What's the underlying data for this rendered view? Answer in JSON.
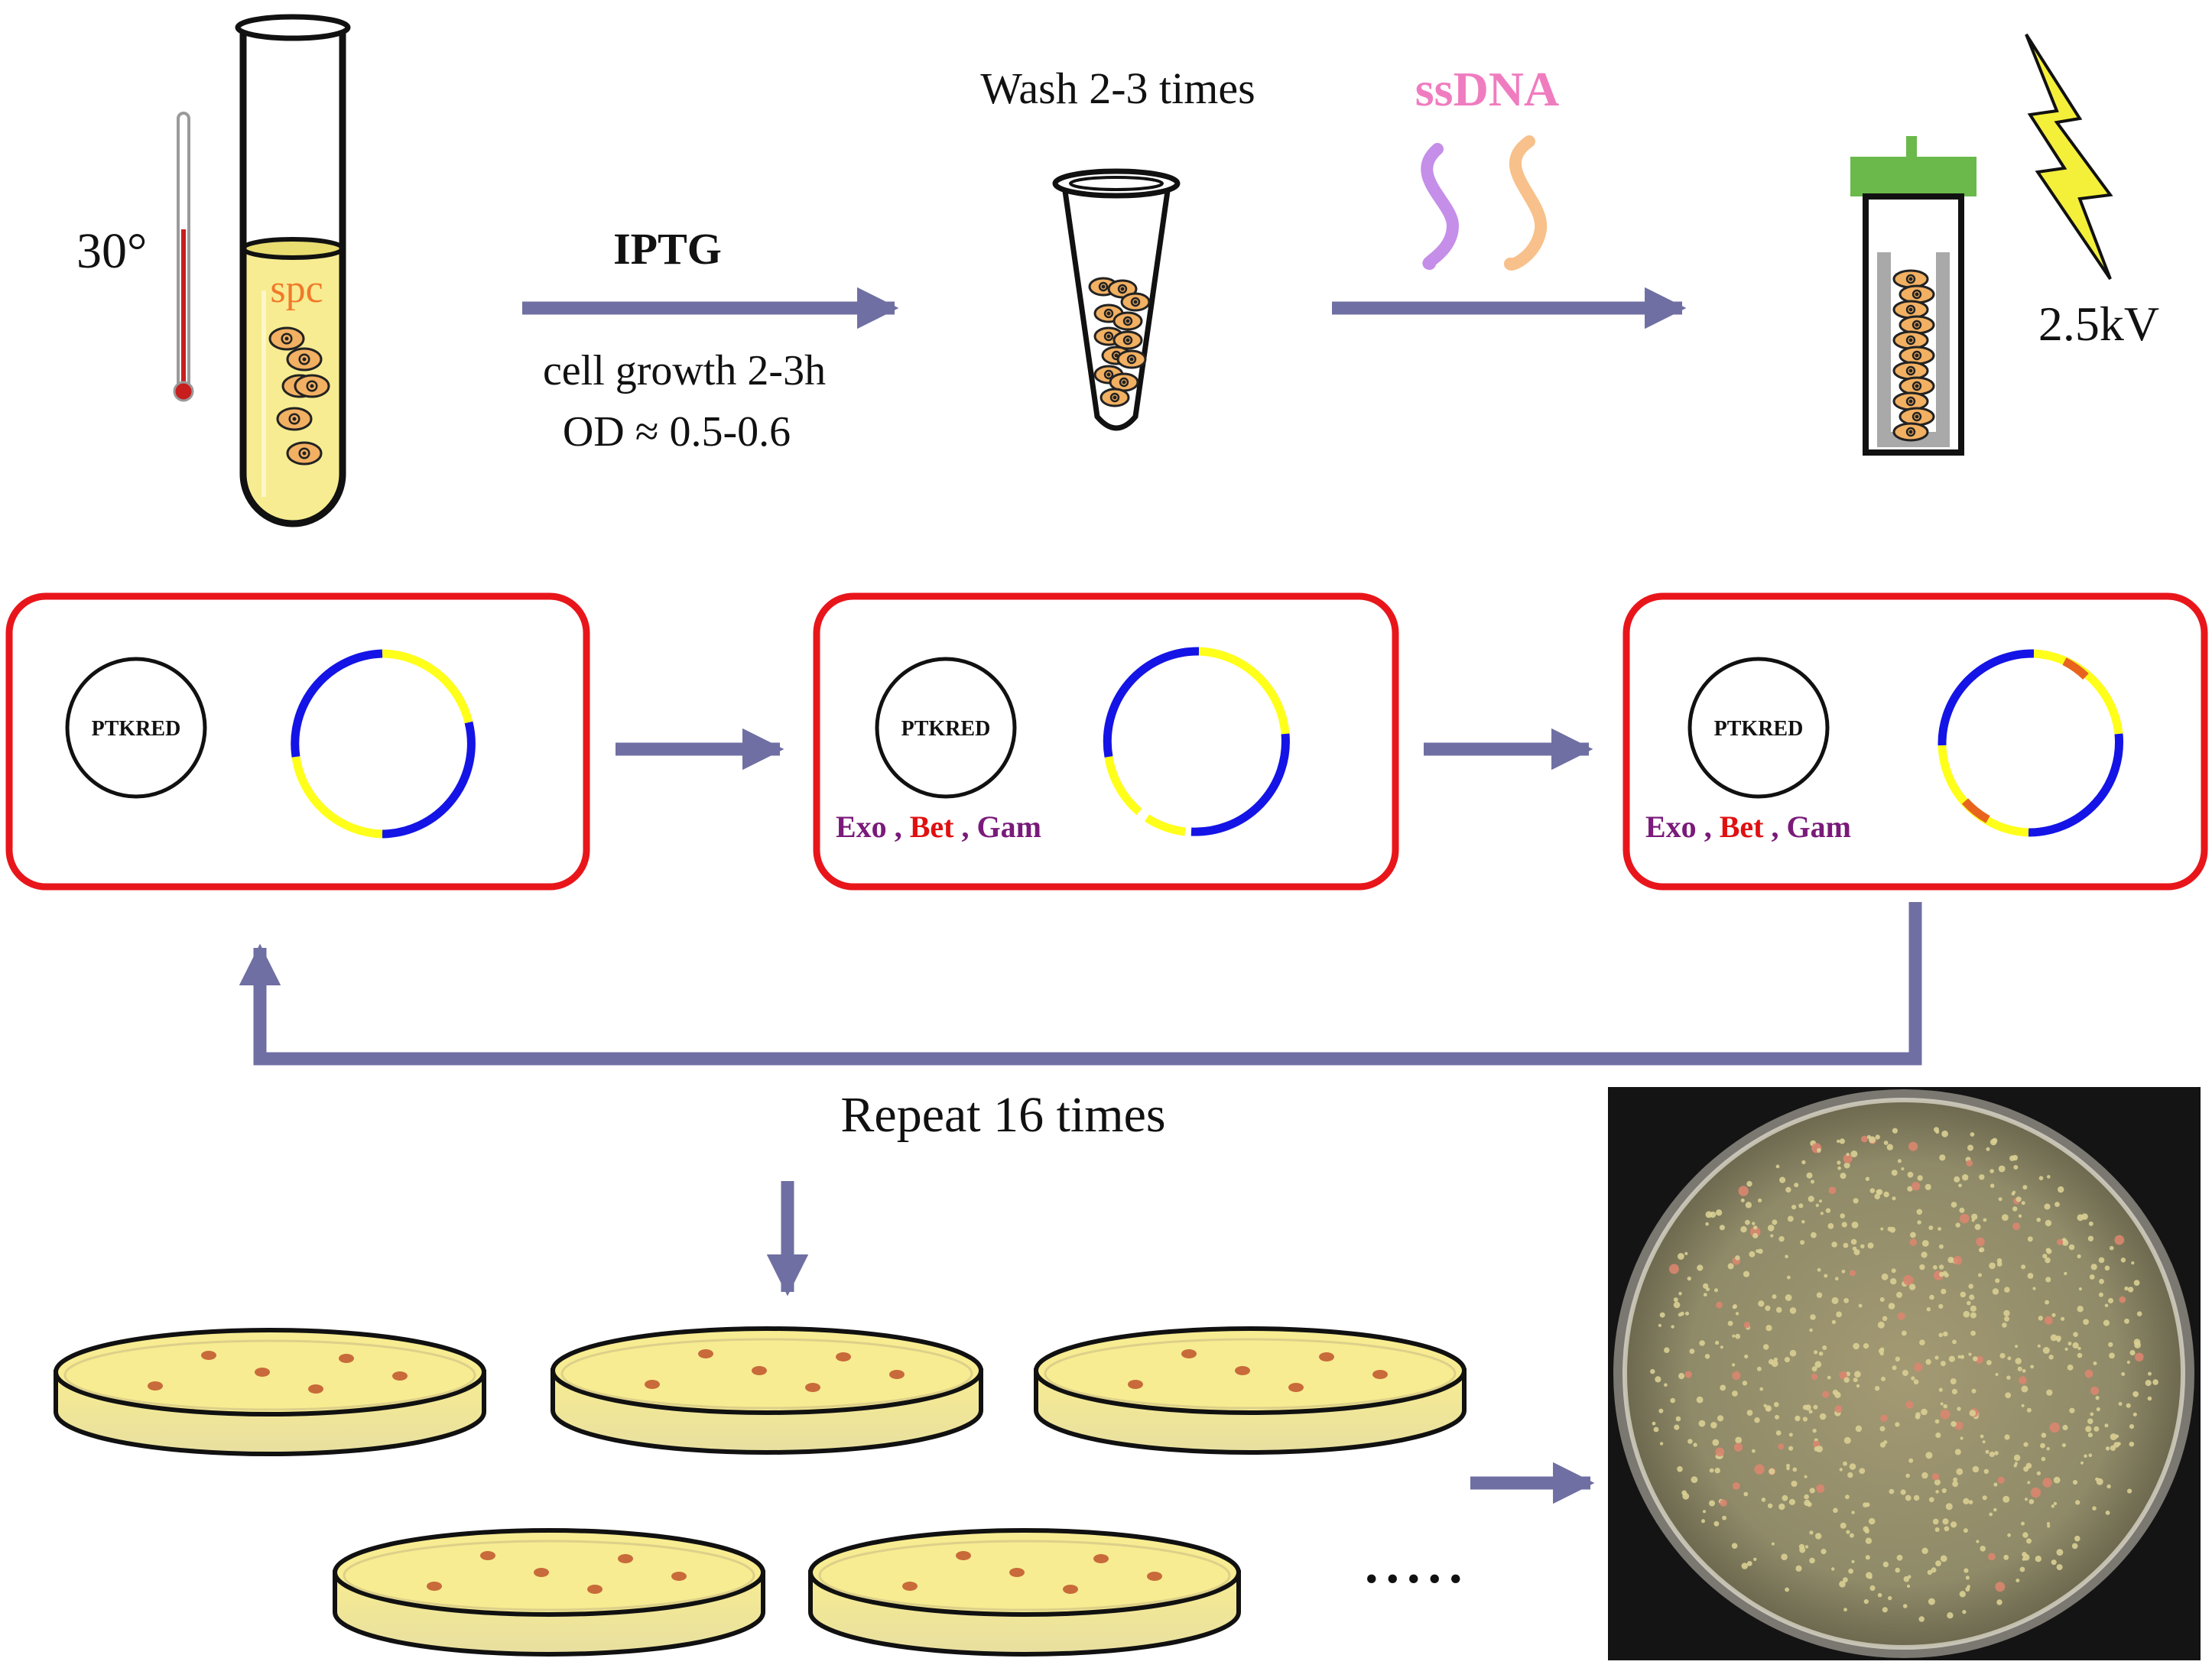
{
  "colors": {
    "arrow": "#6f6fa3",
    "box_border": "#e8161b",
    "plasmid_blue": "#1414e6",
    "plasmid_yellow": "#ffff1a",
    "plasmid_orange": "#e8641e",
    "exo": "#7a1a7a",
    "bet": "#e01010",
    "gam": "#7a1a7a",
    "ssdna_label": "#f07cc0",
    "ssdna_purple": "#c58ee8",
    "ssdna_orange": "#f8c08a",
    "spc_label": "#f07a2a",
    "cap_green": "#6ab94a",
    "bolt_yellow": "#f4f03a",
    "medium_yellow": "#f7ec91",
    "cell_orange": "#f2b062",
    "thermometer_red": "#c81e1e"
  },
  "icons": [
    "thermometer-icon",
    "test-tube-icon",
    "microtube-icon",
    "cuvette-icon",
    "lightning-bolt-icon",
    "ssdna-strand-icon",
    "petri-dish-icon",
    "plasmid-icon"
  ],
  "step1": {
    "temperature": "30°",
    "tube_label": "spc"
  },
  "step2": {
    "inducer": "IPTG",
    "growth_line1": "cell growth 2-3h",
    "growth_line2": "OD ≈ 0.5-0.6"
  },
  "step3": {
    "wash": "Wash 2-3 times"
  },
  "step4": {
    "ssdna": "ssDNA",
    "voltage": "2.5kV"
  },
  "cells": [
    {
      "plasmid_name": "PTKRED",
      "proteins": null
    },
    {
      "plasmid_name": "PTKRED",
      "proteins": {
        "exo": "Exo",
        "bet": "Bet",
        "gam": "Gam",
        "sep": " , "
      }
    },
    {
      "plasmid_name": "PTKRED",
      "proteins": {
        "exo": "Exo",
        "bet": "Bet",
        "gam": "Gam",
        "sep": " , "
      }
    }
  ],
  "loop": {
    "label": "Repeat 16 times"
  },
  "plates": {
    "ellipsis": "....."
  }
}
